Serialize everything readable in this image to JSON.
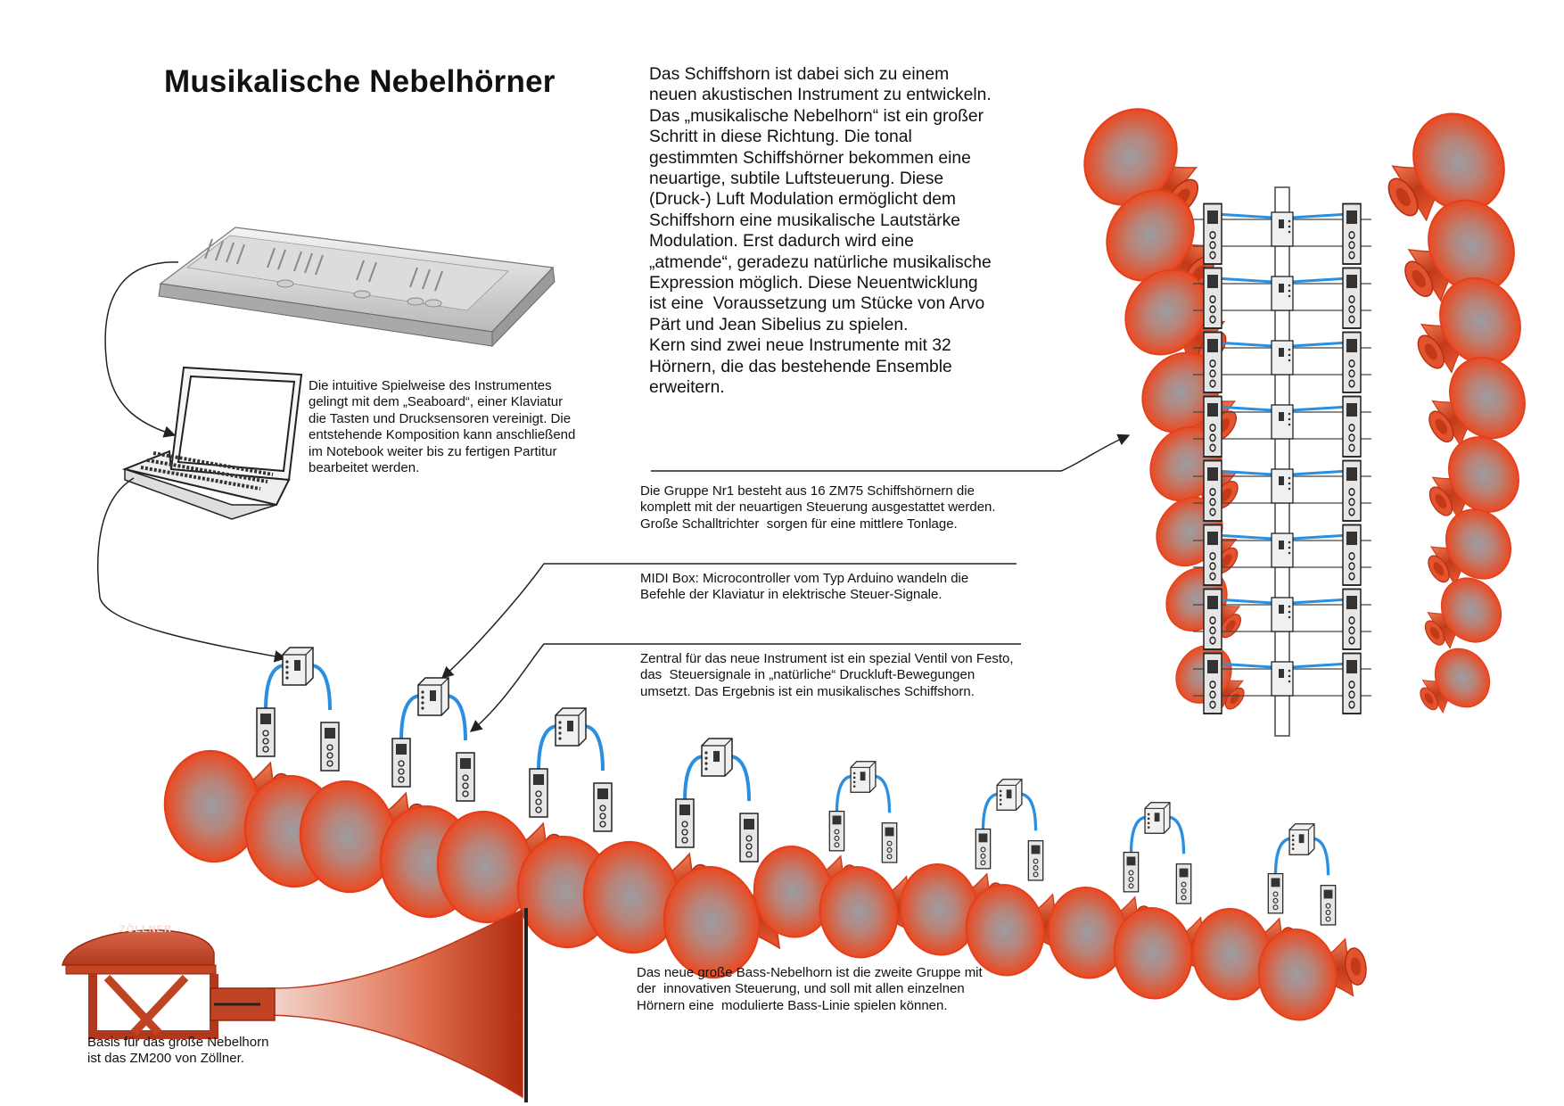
{
  "title": "Musikalische Nebelhörner",
  "intro": {
    "lines": [
      "Das Schiffshorn ist dabei sich zu einem",
      "neuen akustischen Instrument zu entwickeln.",
      "Das „musikalische Nebelhorn“ ist ein großer",
      "Schritt in diese Richtung. Die tonal",
      "gestimmten Schiffshörner bekommen eine",
      "neuartige, subtile Luftsteuerung. Diese",
      "(Druck-) Luft Modulation ermöglicht dem",
      "Schiffshorn eine musikalische Lautstärke",
      "Modulation. Erst dadurch wird eine",
      "„atmende“, geradezu natürliche musikalische",
      "Expression möglich. Diese Neuentwicklung",
      "ist eine  Voraussetzung um Stücke von Arvo",
      "Pärt und Jean Sibelius zu spielen.",
      "Kern sind zwei neue Instrumente mit 32",
      "Hörnern, die das bestehende Ensemble",
      "erweitern."
    ]
  },
  "seaboard_note": {
    "lines": [
      "Die intuitive Spielweise des Instrumentes",
      "gelingt mit dem „Seaboard“, einer Klaviatur",
      "die Tasten und Drucksensoren vereinigt. Die",
      "entstehende Komposition kann anschließend",
      "im Notebook weiter bis zu fertigen Partitur",
      "bearbeitet werden."
    ]
  },
  "group1_note": {
    "lines": [
      "Die Gruppe Nr1 besteht aus 16 ZM75 Schiffshörnern die",
      "komplett mit der neuartigen Steuerung ausgestattet werden.",
      "Große Schalltrichter  sorgen für eine mittlere Tonlage."
    ]
  },
  "midi_note": {
    "lines": [
      "MIDI Box: Microcontroller vom Typ Arduino wandeln die",
      "Befehle der Klaviatur in elektrische Steuer-Signale."
    ]
  },
  "valve_note": {
    "lines": [
      "Zentral für das neue Instrument ist ein spezial Ventil von Festo,",
      "das  Steuersignale in „natürliche“ Druckluft-Bewegungen",
      "umsetzt. Das Ergebnis ist ein musikalisches Schiffshorn."
    ]
  },
  "bass_note": {
    "lines": [
      "Das neue große Bass-Nebelhorn ist die zweite Gruppe mit",
      "der  innovativen Steuerung, und soll mit allen einzelnen",
      "Hörnern eine  modulierte Bass-Linie spielen können."
    ]
  },
  "base_note": {
    "lines": [
      "Basis für das große Nebelhorn",
      "ist das ZM200 von Zöllner."
    ]
  },
  "zm200_logo_text": "ZÖLLNER",
  "colors": {
    "horn_rim": "#e2401c",
    "horn_center": "#9b9ba0",
    "cable": "#2a8fe0",
    "device": "#e6e6e6",
    "line": "#222222"
  }
}
